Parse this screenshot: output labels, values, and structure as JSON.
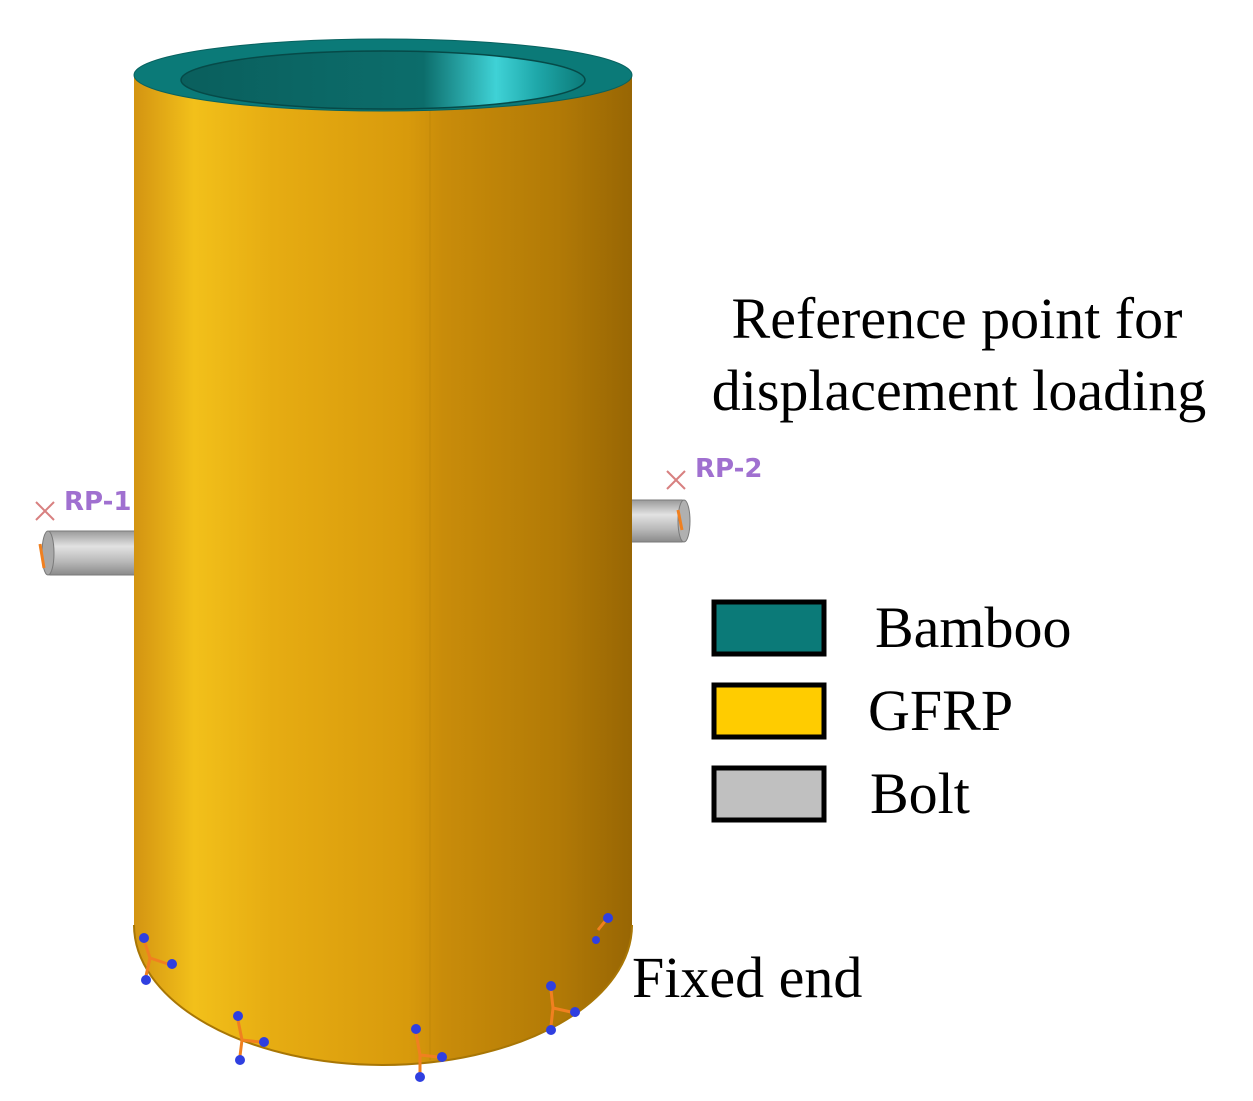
{
  "annotations": {
    "reference_point_line1": "Reference point for",
    "reference_point_line2": "displacement loading",
    "fixed_end": "Fixed end"
  },
  "reference_points": [
    {
      "label": "RP-1"
    },
    {
      "label": "RP-2"
    }
  ],
  "legend": {
    "items": [
      {
        "label": "Bamboo",
        "color": "#0b7a78"
      },
      {
        "label": "GFRP",
        "color": "#ffcc00"
      },
      {
        "label": "Bolt",
        "color": "#c0c0c0"
      }
    ]
  },
  "colors": {
    "gfrp_body": "#e0a40a",
    "bamboo_rim": "#0b7a78",
    "bolt": "#bdbdbd",
    "rp_label": "#a070d0",
    "constraint_blue": "#2f3fe0",
    "constraint_orange": "#f08020"
  },
  "icons": {
    "reference_point_marker": "cross-marker-icon",
    "boundary_condition": "encastre-constraint-icon"
  }
}
